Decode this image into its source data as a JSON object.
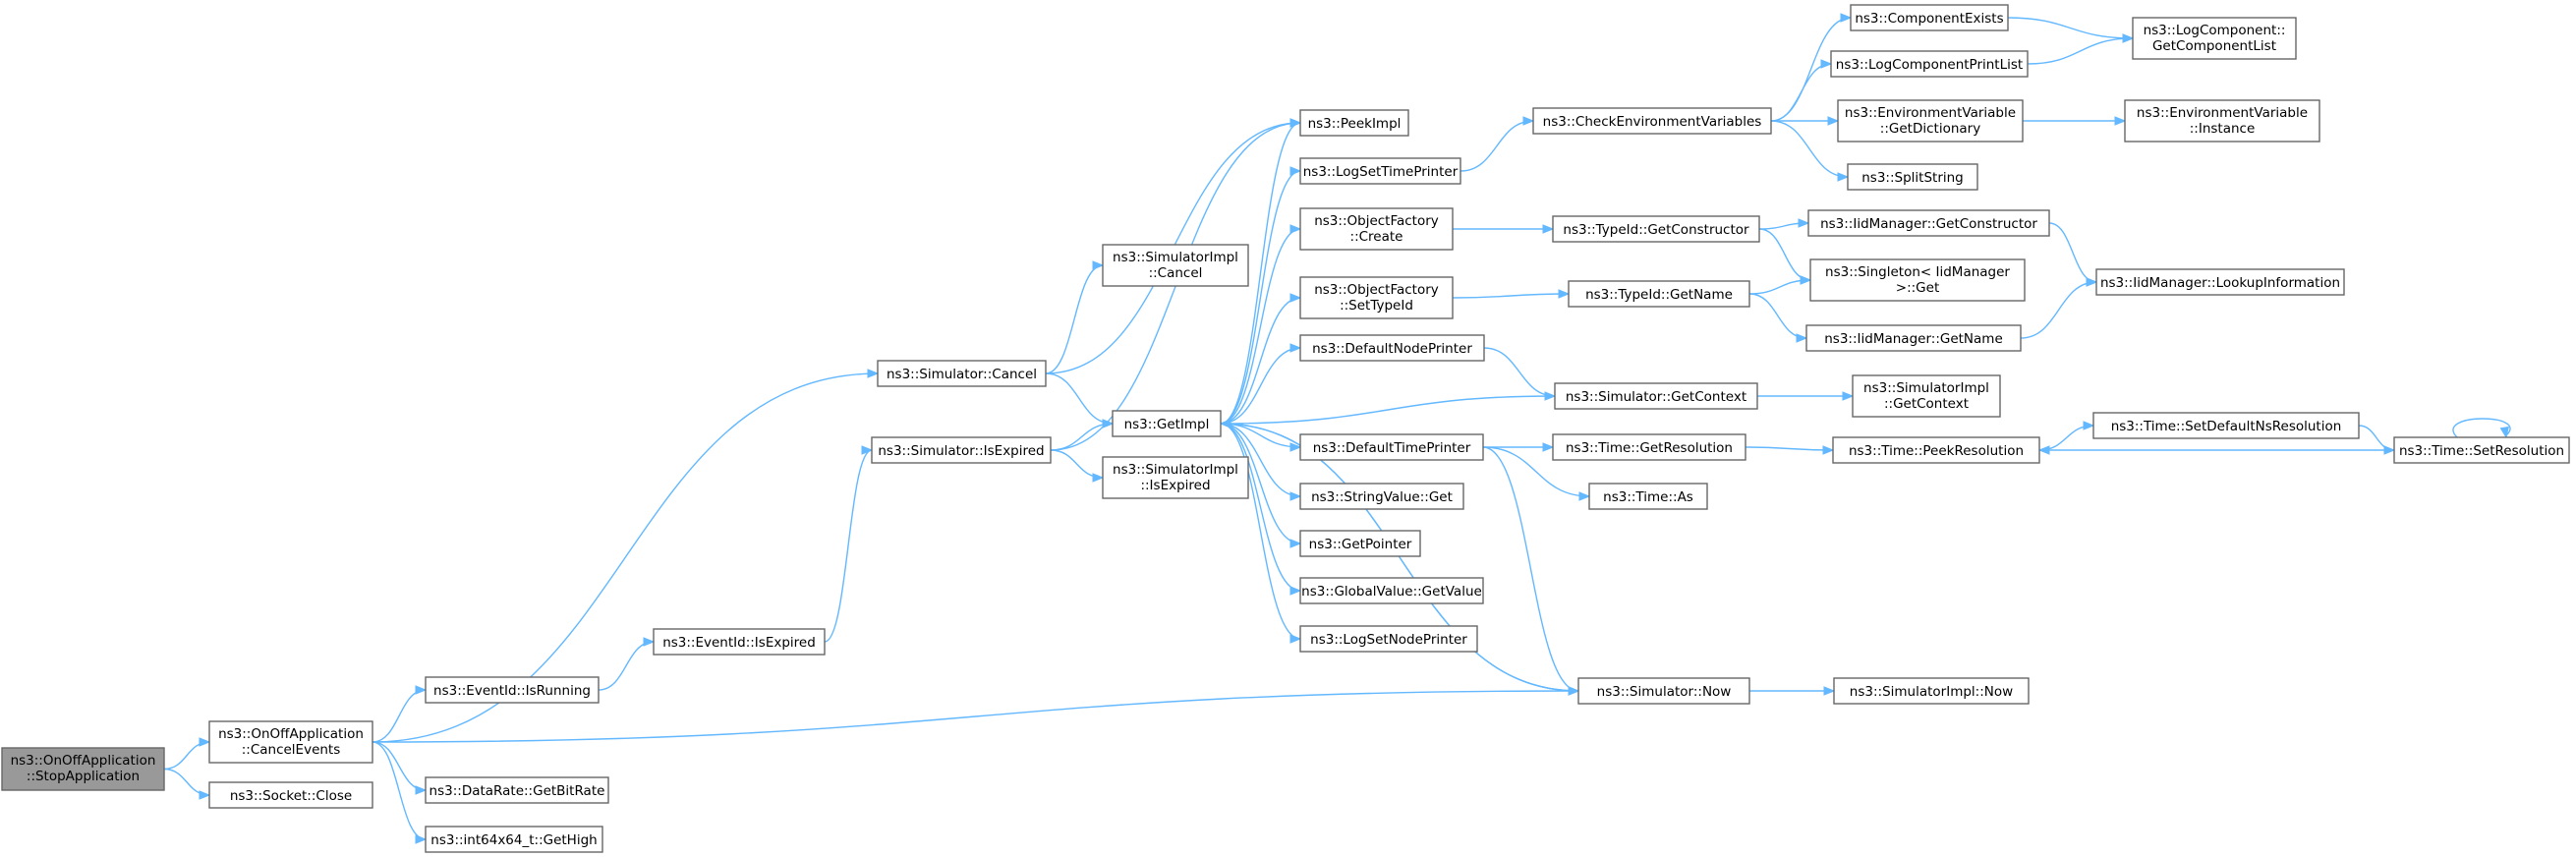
{
  "graph": {
    "colors": {
      "edge": "#63b8ff",
      "node_border": "#666666",
      "root_fill": "#999999",
      "node_fill": "#ffffff"
    },
    "nodes": [
      {
        "id": "stopapp",
        "label": [
          "ns3::OnOffApplication",
          "::StopApplication"
        ],
        "root": true
      },
      {
        "id": "cancelevents",
        "label": [
          "ns3::OnOffApplication",
          "::CancelEvents"
        ]
      },
      {
        "id": "socketclose",
        "label": [
          "ns3::Socket::Close"
        ]
      },
      {
        "id": "eventrunning",
        "label": [
          "ns3::EventId::IsRunning"
        ]
      },
      {
        "id": "getbitrate",
        "label": [
          "ns3::DataRate::GetBitRate"
        ]
      },
      {
        "id": "gethigh",
        "label": [
          "ns3::int64x64_t::GetHigh"
        ]
      },
      {
        "id": "eventexpired",
        "label": [
          "ns3::EventId::IsExpired"
        ]
      },
      {
        "id": "simcancel",
        "label": [
          "ns3::Simulator::Cancel"
        ]
      },
      {
        "id": "simisexpired",
        "label": [
          "ns3::Simulator::IsExpired"
        ]
      },
      {
        "id": "implcancel",
        "label": [
          "ns3::SimulatorImpl",
          "::Cancel"
        ]
      },
      {
        "id": "implisexpired",
        "label": [
          "ns3::SimulatorImpl",
          "::IsExpired"
        ]
      },
      {
        "id": "getimpl",
        "label": [
          "ns3::GetImpl"
        ]
      },
      {
        "id": "peekimpl",
        "label": [
          "ns3::PeekImpl"
        ]
      },
      {
        "id": "logsettime",
        "label": [
          "ns3::LogSetTimePrinter"
        ]
      },
      {
        "id": "ofcreate",
        "label": [
          "ns3::ObjectFactory",
          "::Create"
        ]
      },
      {
        "id": "ofsettypeid",
        "label": [
          "ns3::ObjectFactory",
          "::SetTypeId"
        ]
      },
      {
        "id": "defnodeprinter",
        "label": [
          "ns3::DefaultNodePrinter"
        ]
      },
      {
        "id": "deftimeprinter",
        "label": [
          "ns3::DefaultTimePrinter"
        ]
      },
      {
        "id": "stringvalget",
        "label": [
          "ns3::StringValue::Get"
        ]
      },
      {
        "id": "getpointer",
        "label": [
          "ns3::GetPointer"
        ]
      },
      {
        "id": "gvgetvalue",
        "label": [
          "ns3::GlobalValue::GetValue"
        ]
      },
      {
        "id": "logsetnode",
        "label": [
          "ns3::LogSetNodePrinter"
        ]
      },
      {
        "id": "checkenv",
        "label": [
          "ns3::CheckEnvironmentVariables"
        ]
      },
      {
        "id": "typeidgetctor",
        "label": [
          "ns3::TypeId::GetConstructor"
        ]
      },
      {
        "id": "typeidgetname",
        "label": [
          "ns3::TypeId::GetName"
        ]
      },
      {
        "id": "simgetcontext",
        "label": [
          "ns3::Simulator::GetContext"
        ]
      },
      {
        "id": "timegetres",
        "label": [
          "ns3::Time::GetResolution"
        ]
      },
      {
        "id": "timeas",
        "label": [
          "ns3::Time::As"
        ]
      },
      {
        "id": "simnow",
        "label": [
          "ns3::Simulator::Now"
        ]
      },
      {
        "id": "compexists",
        "label": [
          "ns3::ComponentExists"
        ]
      },
      {
        "id": "logcompprint",
        "label": [
          "ns3::LogComponentPrintList"
        ]
      },
      {
        "id": "envgetdict",
        "label": [
          "ns3::EnvironmentVariable",
          "::GetDictionary"
        ]
      },
      {
        "id": "splitstring",
        "label": [
          "ns3::SplitString"
        ]
      },
      {
        "id": "iidgetctor",
        "label": [
          "ns3::IidManager::GetConstructor"
        ]
      },
      {
        "id": "singletonget",
        "label": [
          "ns3::Singleton< IidManager",
          ">::Get"
        ]
      },
      {
        "id": "iidgetname",
        "label": [
          "ns3::IidManager::GetName"
        ]
      },
      {
        "id": "implgetcontext",
        "label": [
          "ns3::SimulatorImpl",
          "::GetContext"
        ]
      },
      {
        "id": "timepeekres",
        "label": [
          "ns3::Time::PeekResolution"
        ]
      },
      {
        "id": "implnow",
        "label": [
          "ns3::SimulatorImpl::Now"
        ]
      },
      {
        "id": "logcompgetlist",
        "label": [
          "ns3::LogComponent::",
          "GetComponentList"
        ]
      },
      {
        "id": "envinstance",
        "label": [
          "ns3::EnvironmentVariable",
          "::Instance"
        ]
      },
      {
        "id": "iidlookup",
        "label": [
          "ns3::IidManager::LookupInformation"
        ]
      },
      {
        "id": "timesetdefault",
        "label": [
          "ns3::Time::SetDefaultNsResolution"
        ]
      },
      {
        "id": "timesetres",
        "label": [
          "ns3::Time::SetResolution"
        ]
      }
    ],
    "edges": [
      [
        "stopapp",
        "cancelevents"
      ],
      [
        "stopapp",
        "socketclose"
      ],
      [
        "cancelevents",
        "eventrunning"
      ],
      [
        "cancelevents",
        "simcancel"
      ],
      [
        "cancelevents",
        "simnow"
      ],
      [
        "cancelevents",
        "getbitrate"
      ],
      [
        "cancelevents",
        "gethigh"
      ],
      [
        "eventrunning",
        "eventexpired"
      ],
      [
        "eventexpired",
        "simisexpired"
      ],
      [
        "simcancel",
        "implcancel"
      ],
      [
        "simcancel",
        "getimpl"
      ],
      [
        "simcancel",
        "peekimpl"
      ],
      [
        "simisexpired",
        "getimpl"
      ],
      [
        "simisexpired",
        "implisexpired"
      ],
      [
        "simisexpired",
        "peekimpl"
      ],
      [
        "getimpl",
        "peekimpl"
      ],
      [
        "getimpl",
        "logsettime"
      ],
      [
        "getimpl",
        "ofcreate"
      ],
      [
        "getimpl",
        "ofsettypeid"
      ],
      [
        "getimpl",
        "defnodeprinter"
      ],
      [
        "getimpl",
        "deftimeprinter"
      ],
      [
        "getimpl",
        "stringvalget"
      ],
      [
        "getimpl",
        "getpointer"
      ],
      [
        "getimpl",
        "gvgetvalue"
      ],
      [
        "getimpl",
        "logsetnode"
      ],
      [
        "getimpl",
        "simnow"
      ],
      [
        "logsettime",
        "checkenv"
      ],
      [
        "checkenv",
        "compexists"
      ],
      [
        "checkenv",
        "logcompprint"
      ],
      [
        "checkenv",
        "envgetdict"
      ],
      [
        "checkenv",
        "splitstring"
      ],
      [
        "compexists",
        "logcompgetlist"
      ],
      [
        "logcompprint",
        "logcompgetlist"
      ],
      [
        "envgetdict",
        "envinstance"
      ],
      [
        "ofcreate",
        "typeidgetctor"
      ],
      [
        "typeidgetctor",
        "iidgetctor"
      ],
      [
        "typeidgetctor",
        "singletonget"
      ],
      [
        "iidgetctor",
        "iidlookup"
      ],
      [
        "ofsettypeid",
        "typeidgetname"
      ],
      [
        "typeidgetname",
        "singletonget"
      ],
      [
        "typeidgetname",
        "iidgetname"
      ],
      [
        "iidgetname",
        "iidlookup"
      ],
      [
        "defnodeprinter",
        "simgetcontext"
      ],
      [
        "simgetcontext",
        "getimpl"
      ],
      [
        "simgetcontext",
        "implgetcontext"
      ],
      [
        "deftimeprinter",
        "timegetres"
      ],
      [
        "deftimeprinter",
        "timeas"
      ],
      [
        "deftimeprinter",
        "simnow"
      ],
      [
        "timegetres",
        "timepeekres"
      ],
      [
        "timepeekres",
        "timesetdefault"
      ],
      [
        "timesetdefault",
        "timesetres"
      ],
      [
        "timesetres",
        "timepeekres"
      ],
      [
        "timesetres",
        "timesetres"
      ],
      [
        "simnow",
        "getimpl"
      ],
      [
        "simnow",
        "implnow"
      ]
    ]
  }
}
